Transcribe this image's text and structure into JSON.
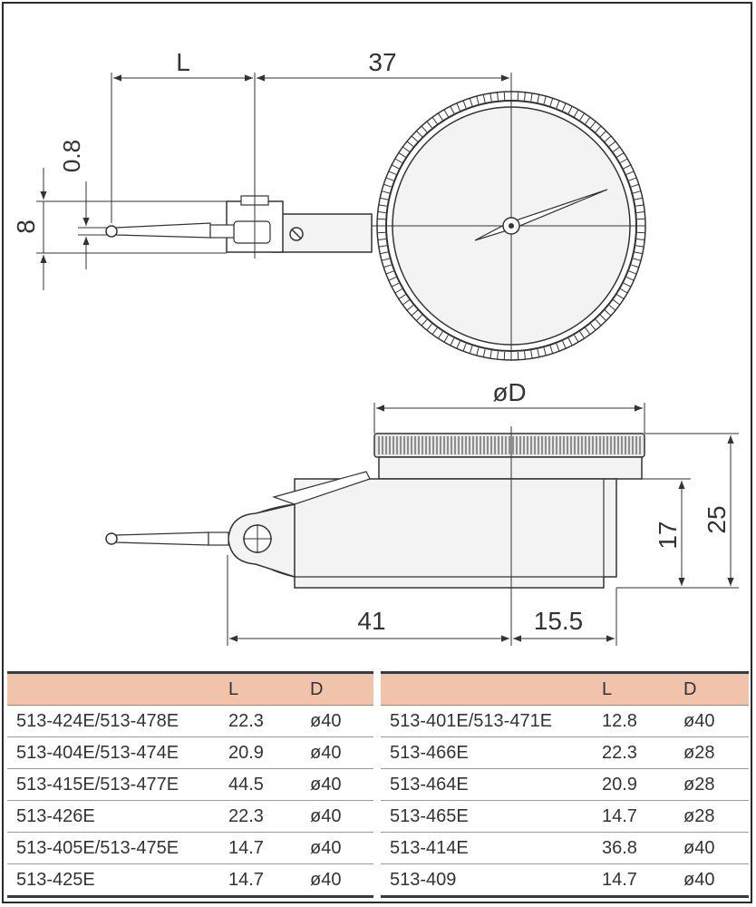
{
  "dimensions": {
    "l_label": "L",
    "width_37": "37",
    "gap_08": "0.8",
    "height_8": "8",
    "dial_diameter": "øD",
    "height_25": "25",
    "height_17": "17",
    "length_41": "41",
    "depth_155": "15.5"
  },
  "table": {
    "col_model": "",
    "col_l": "L",
    "col_d": "D",
    "left_rows": [
      {
        "model": "513-424E/513-478E",
        "l": "22.3",
        "d": "ø40"
      },
      {
        "model": "513-404E/513-474E",
        "l": "20.9",
        "d": "ø40"
      },
      {
        "model": "513-415E/513-477E",
        "l": "44.5",
        "d": "ø40"
      },
      {
        "model": "513-426E",
        "l": "22.3",
        "d": "ø40"
      },
      {
        "model": "513-405E/513-475E",
        "l": "14.7",
        "d": "ø40"
      },
      {
        "model": "513-425E",
        "l": "14.7",
        "d": "ø40"
      }
    ],
    "right_rows": [
      {
        "model": "513-401E/513-471E",
        "l": "12.8",
        "d": "ø40"
      },
      {
        "model": "513-466E",
        "l": "22.3",
        "d": "ø28"
      },
      {
        "model": "513-464E",
        "l": "20.9",
        "d": "ø28"
      },
      {
        "model": "513-465E",
        "l": "14.7",
        "d": "ø28"
      },
      {
        "model": "513-414E",
        "l": "36.8",
        "d": "ø40"
      },
      {
        "model": "513-409",
        "l": "14.7",
        "d": "ø40"
      }
    ]
  },
  "colors": {
    "header_fill": "#f1c3ab",
    "line": "#333333",
    "body_fill": "#f3f3f3"
  }
}
